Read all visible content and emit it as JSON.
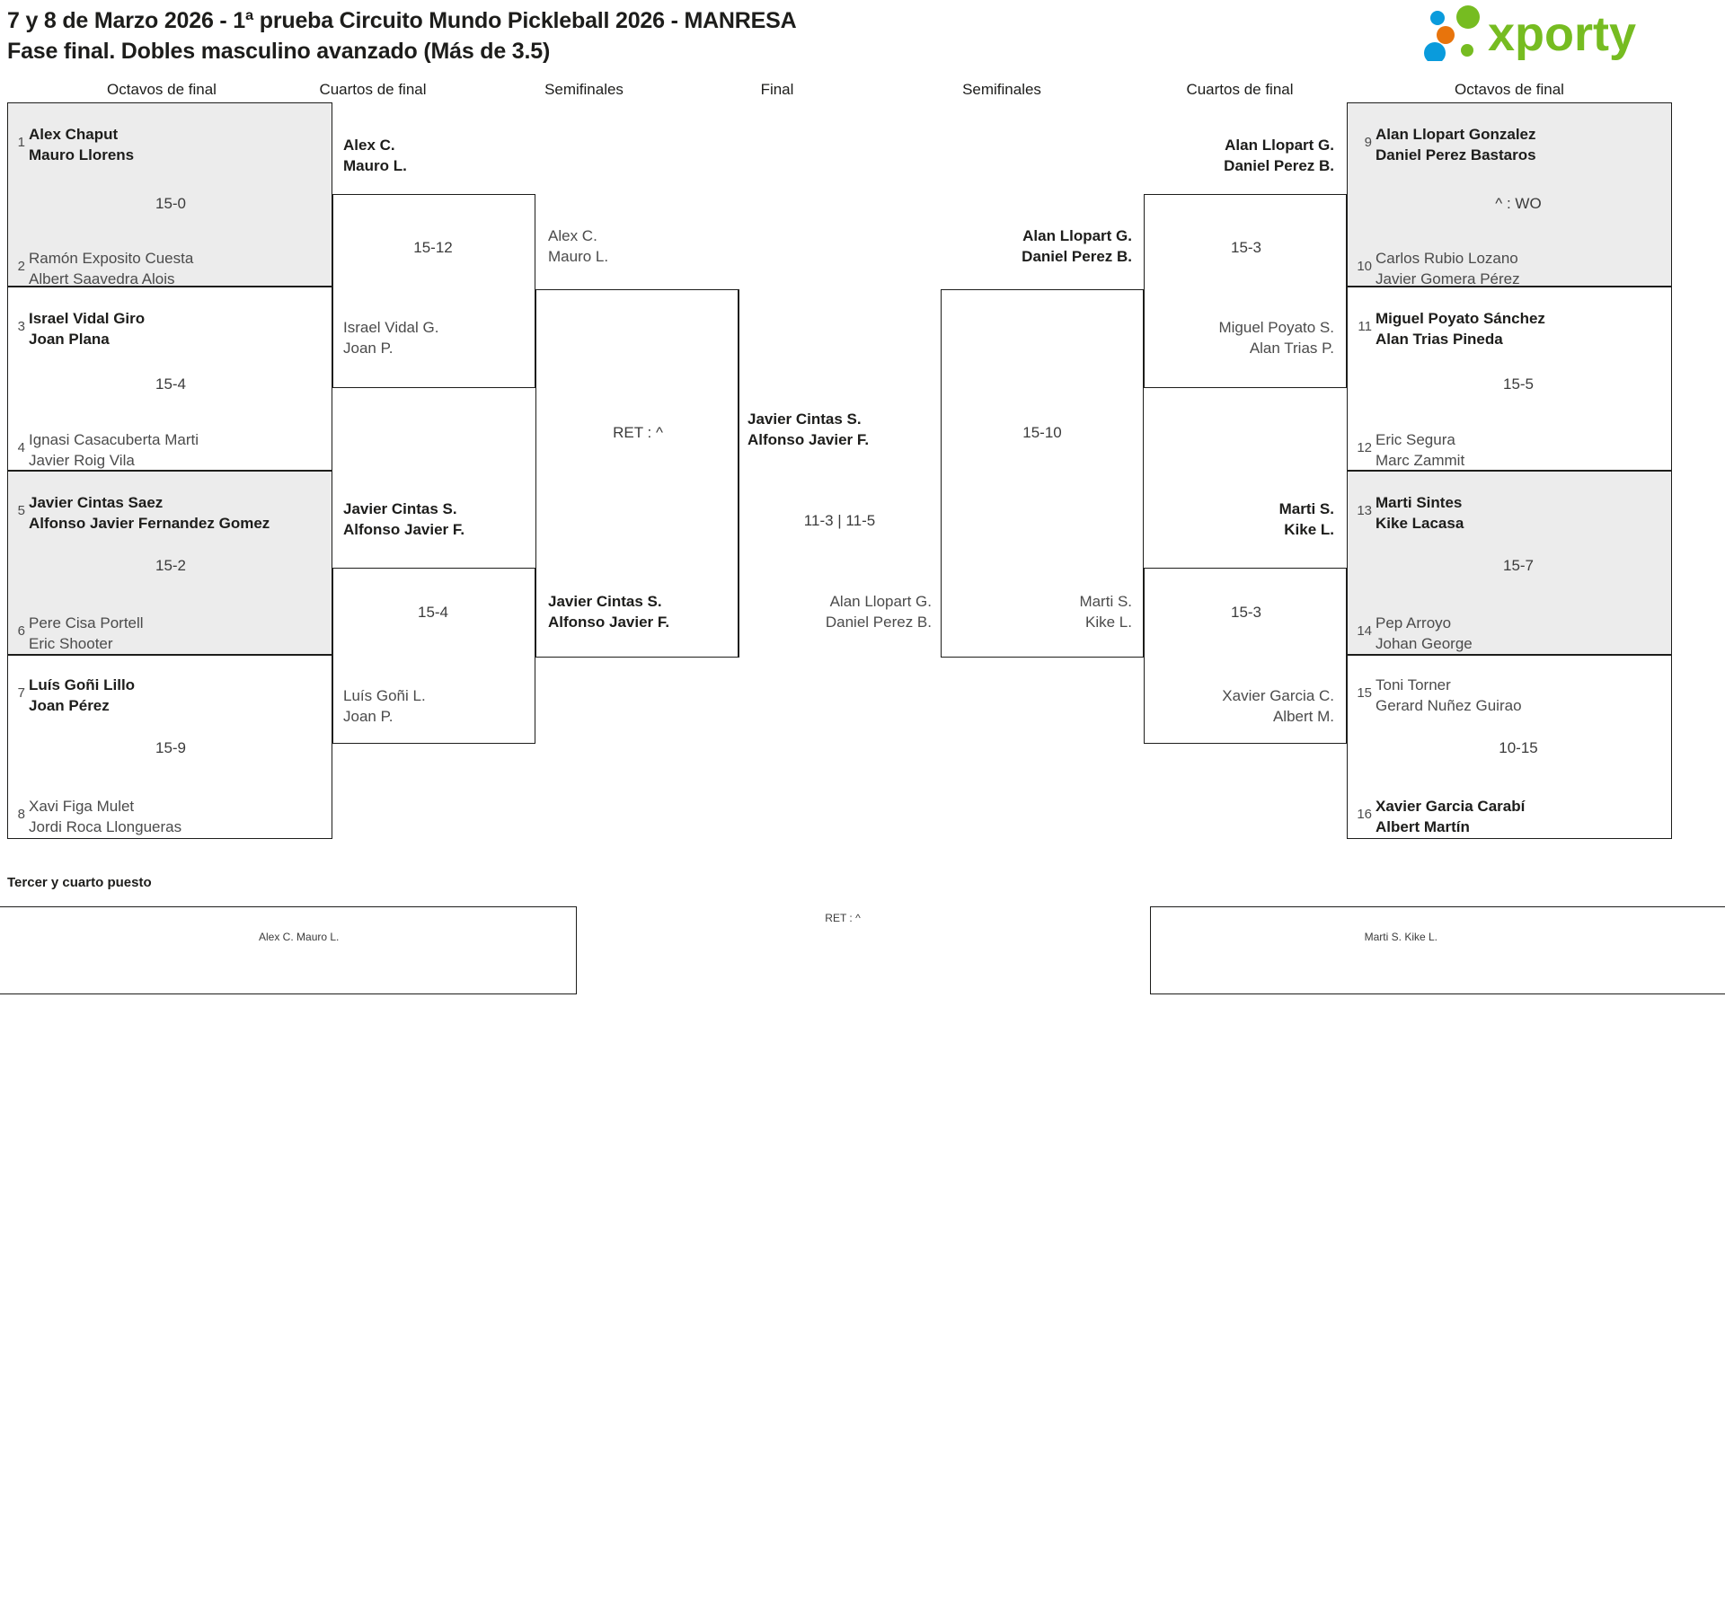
{
  "header": {
    "line1": "7 y 8 de Marzo 2026 - 1ª prueba Circuito Mundo Pickleball 2026 - MANRESA",
    "line2": "Fase final. Dobles masculino avanzado (Más de 3.5)",
    "logo_text": "xporty",
    "logo_colors": {
      "green": "#76bc21",
      "blue": "#0a9bdc",
      "orange": "#e8740c"
    }
  },
  "round_headers": [
    {
      "label": "Octavos de final"
    },
    {
      "label": "Cuartos de final"
    },
    {
      "label": "Semifinales"
    },
    {
      "label": "Final"
    },
    {
      "label": "Semifinales"
    },
    {
      "label": "Cuartos de final"
    },
    {
      "label": "Octavos de final"
    }
  ],
  "left": {
    "r16": [
      {
        "seed": "1",
        "p1": "Alex Chaput",
        "p2": "Mauro Llorens",
        "winner": true
      },
      {
        "seed": "2",
        "p1": "Ramón Exposito Cuesta",
        "p2": "Albert Saavedra Alois",
        "winner": false
      },
      {
        "seed": "3",
        "p1": "Israel Vidal Giro",
        "p2": "Joan Plana",
        "winner": true
      },
      {
        "seed": "4",
        "p1": "Ignasi Casacuberta Marti",
        "p2": "Javier Roig Vila",
        "winner": false
      },
      {
        "seed": "5",
        "p1": "Javier Cintas Saez",
        "p2": "Alfonso Javier Fernandez Gomez",
        "winner": true
      },
      {
        "seed": "6",
        "p1": "Pere Cisa Portell",
        "p2": "Eric Shooter",
        "winner": false
      },
      {
        "seed": "7",
        "p1": "Luís Goñi Lillo",
        "p2": "Joan Pérez",
        "winner": true
      },
      {
        "seed": "8",
        "p1": "Xavi Figa Mulet",
        "p2": "Jordi Roca Llongueras",
        "winner": false
      }
    ],
    "r16_scores": [
      "15-0",
      "15-4",
      "15-2",
      "15-9"
    ],
    "qf": [
      {
        "p1": "Alex C.",
        "p2": "Mauro L.",
        "winner": true
      },
      {
        "p1": "Israel Vidal G.",
        "p2": "Joan P.",
        "winner": false
      },
      {
        "p1": "Javier Cintas S.",
        "p2": "Alfonso Javier F.",
        "winner": true
      },
      {
        "p1": "Luís Goñi L.",
        "p2": "Joan P.",
        "winner": false
      }
    ],
    "qf_scores": [
      "15-12",
      "15-4"
    ],
    "sf": [
      {
        "p1": "Alex C.",
        "p2": "Mauro L.",
        "winner": false
      },
      {
        "p1": "Javier Cintas S.",
        "p2": "Alfonso Javier F.",
        "winner": true
      }
    ],
    "sf_score": "RET : ^"
  },
  "final": {
    "top": {
      "p1": "Javier Cintas S.",
      "p2": "Alfonso Javier F.",
      "winner": true
    },
    "bottom": {
      "p1": "Alan Llopart G.",
      "p2": "Daniel Perez B.",
      "winner": false
    },
    "score": "11-3 | 11-5"
  },
  "right": {
    "sf": [
      {
        "p1": "Alan Llopart G.",
        "p2": "Daniel Perez B.",
        "winner": true
      },
      {
        "p1": "Marti S.",
        "p2": "Kike L.",
        "winner": false
      }
    ],
    "sf_score": "15-10",
    "qf": [
      {
        "p1": "Alan Llopart G.",
        "p2": "Daniel Perez B.",
        "winner": true
      },
      {
        "p1": "Miguel Poyato S.",
        "p2": "Alan Trias P.",
        "winner": false
      },
      {
        "p1": "Marti S.",
        "p2": "Kike L.",
        "winner": true
      },
      {
        "p1": "Xavier Garcia C.",
        "p2": "Albert M.",
        "winner": false
      }
    ],
    "qf_scores": [
      "15-3",
      "15-3"
    ],
    "r16": [
      {
        "seed": "9",
        "p1": "Alan Llopart Gonzalez",
        "p2": "Daniel Perez Bastaros",
        "winner": true
      },
      {
        "seed": "10",
        "p1": "Carlos Rubio Lozano",
        "p2": "Javier Gomera Pérez",
        "winner": false
      },
      {
        "seed": "11",
        "p1": "Miguel Poyato Sánchez",
        "p2": "Alan Trias Pineda",
        "winner": true
      },
      {
        "seed": "12",
        "p1": "Eric Segura",
        "p2": "Marc Zammit",
        "winner": false
      },
      {
        "seed": "13",
        "p1": "Marti Sintes",
        "p2": "Kike Lacasa",
        "winner": true
      },
      {
        "seed": "14",
        "p1": "Pep Arroyo",
        "p2": "Johan George",
        "winner": false
      },
      {
        "seed": "15",
        "p1": "Toni Torner",
        "p2": "Gerard Nuñez Guirao",
        "winner": false
      },
      {
        "seed": "16",
        "p1": "Xavier Garcia Carabí",
        "p2": "Albert Martín",
        "winner": true
      }
    ],
    "r16_scores": [
      "^ : WO",
      "15-5",
      "15-7",
      "10-15"
    ]
  },
  "third_place": {
    "title": "Tercer y cuarto puesto",
    "left": {
      "p1": "Alex C.",
      "p2": "Mauro L."
    },
    "right": {
      "p1": "Marti S.",
      "p2": "Kike L."
    },
    "score": "RET : ^"
  }
}
